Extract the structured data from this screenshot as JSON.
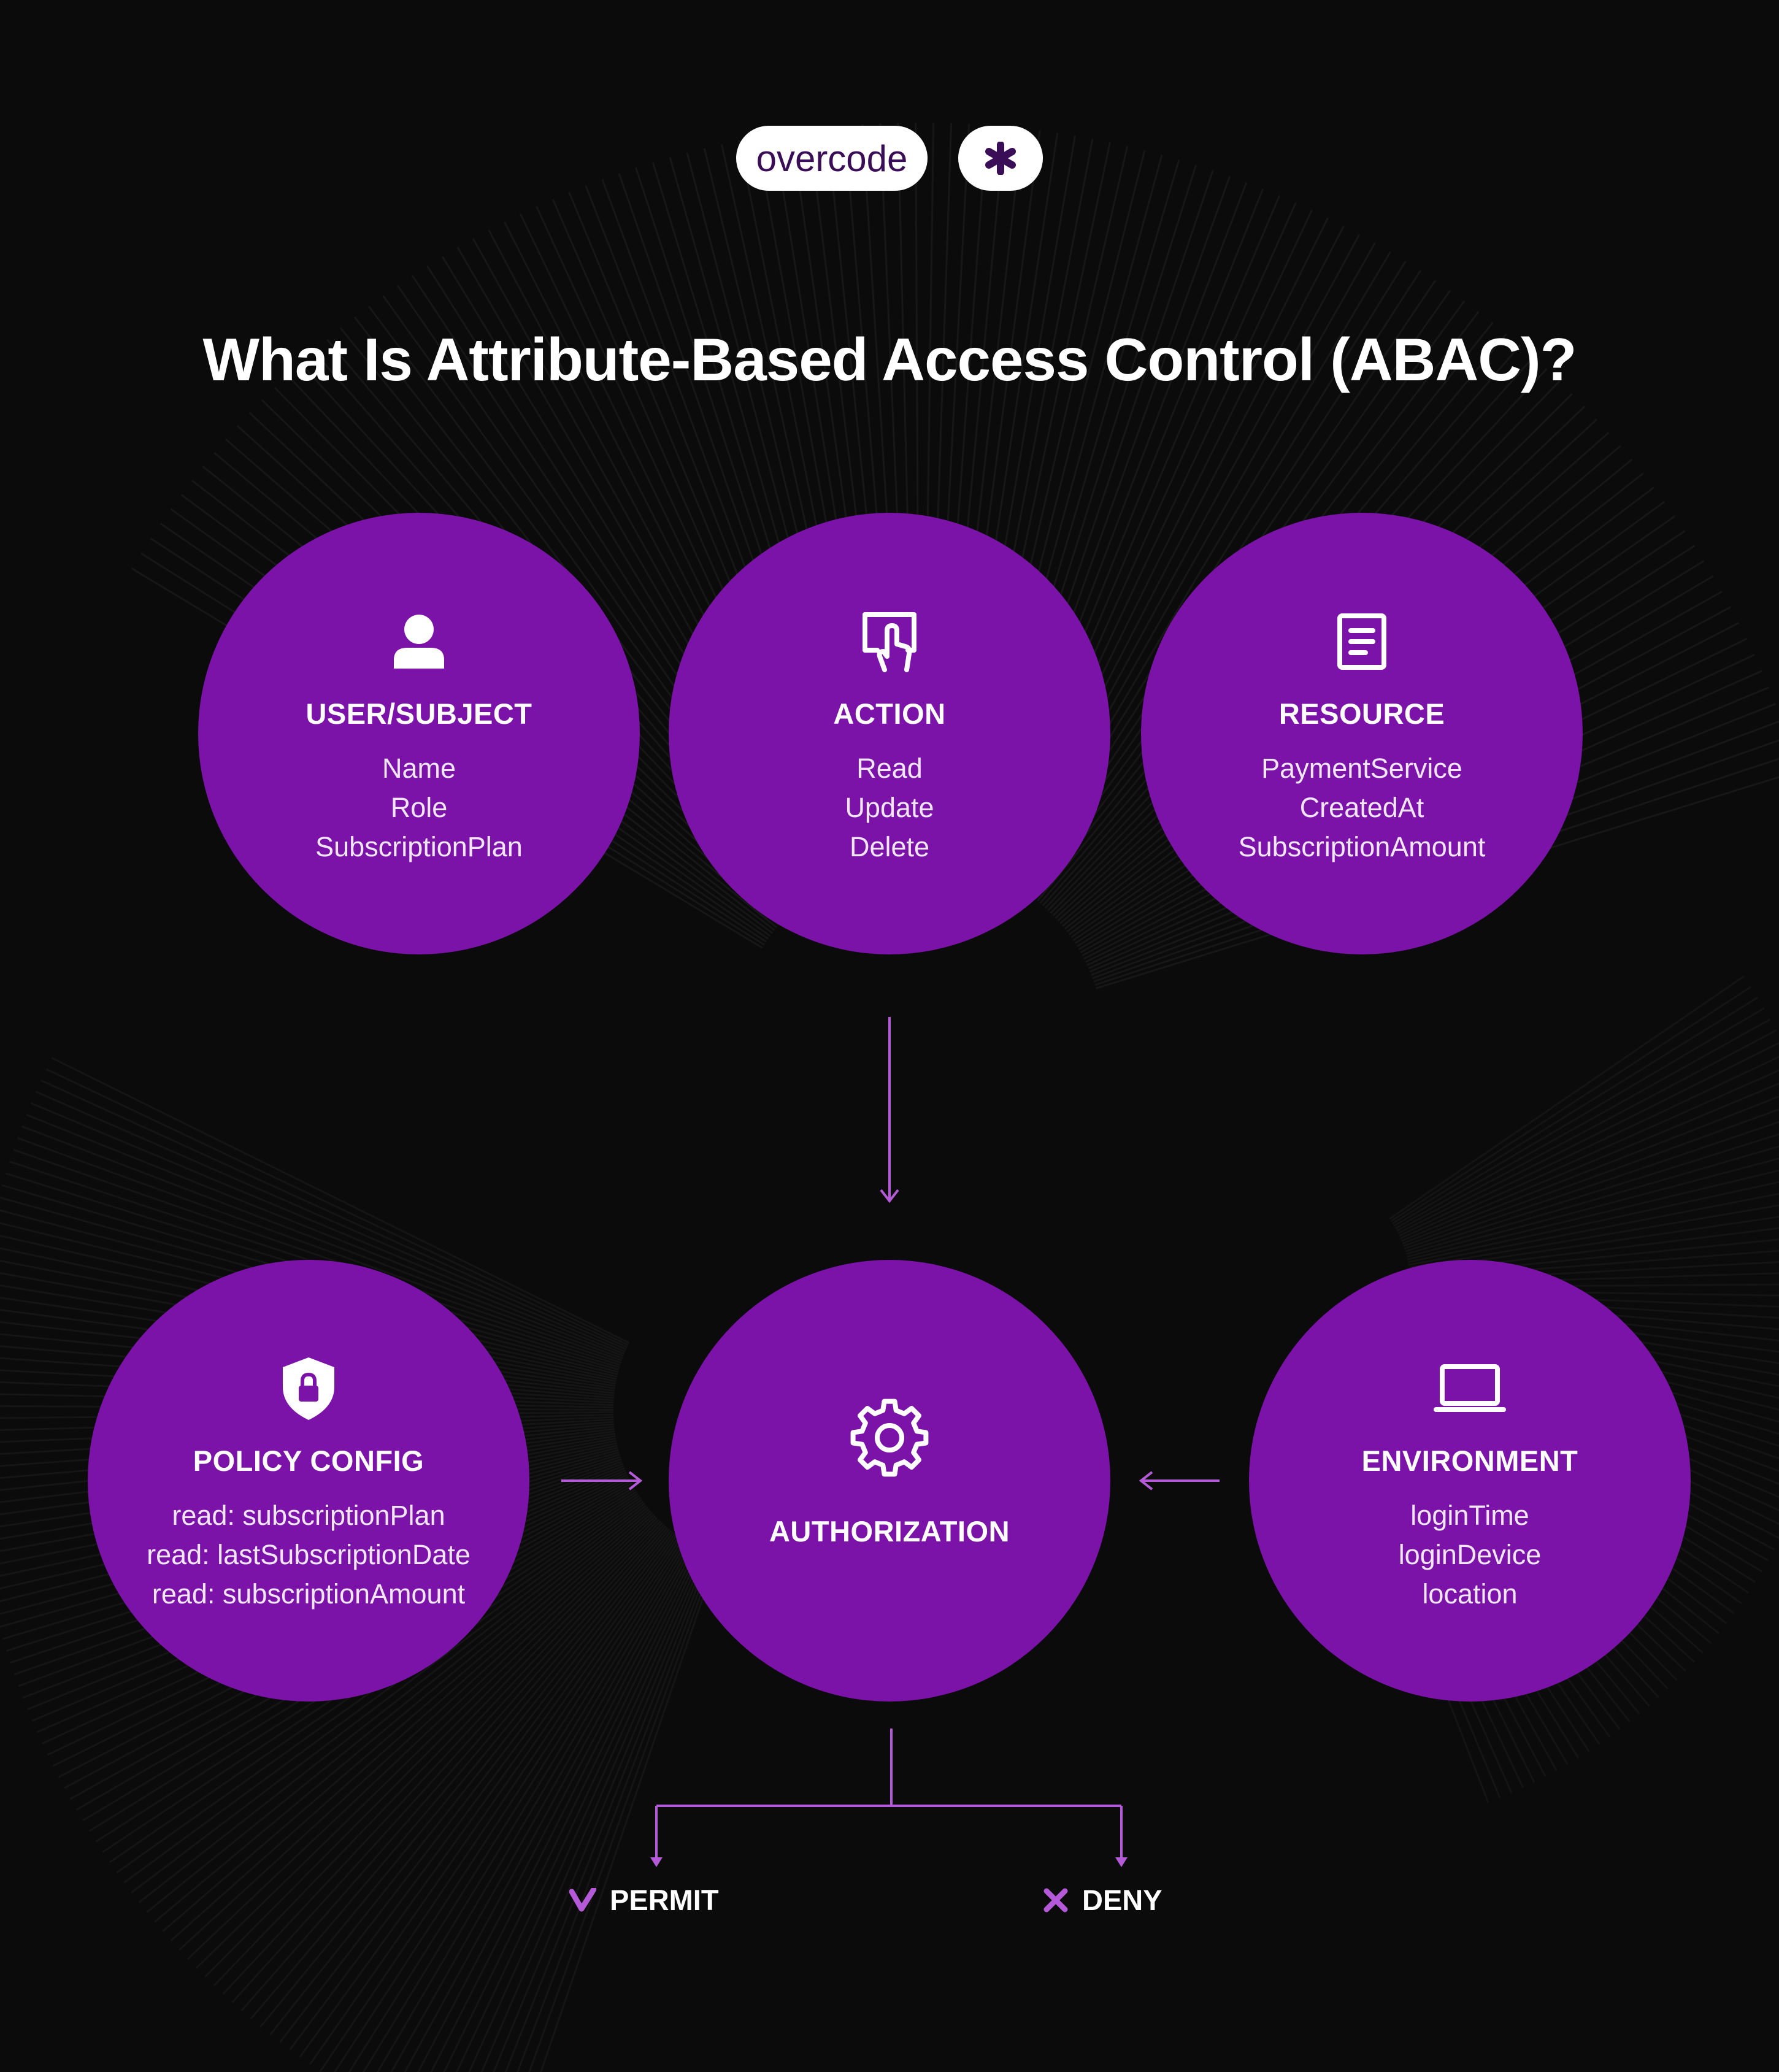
{
  "brand": {
    "name": "overcode",
    "badge_icon": "asterisk-icon",
    "accent": "#7b13a9",
    "text_dark": "#3a0d57"
  },
  "title": "What Is Attribute-Based Access Control (ABAC)?",
  "nodes": {
    "user": {
      "icon": "user-icon",
      "title": "USER/SUBJECT",
      "items": [
        "Name",
        "Role",
        "SubscriptionPlan"
      ]
    },
    "action": {
      "icon": "touch-screen-icon",
      "title": "ACTION",
      "items": [
        "Read",
        "Update",
        "Delete"
      ]
    },
    "resource": {
      "icon": "document-icon",
      "title": "RESOURCE",
      "items": [
        "PaymentService",
        "CreatedAt",
        "SubscriptionAmount"
      ]
    },
    "policy": {
      "icon": "shield-lock-icon",
      "title": "POLICY CONFIG",
      "items": [
        "read: subscriptionPlan",
        "read: lastSubscriptionDate",
        "read: subscriptionAmount"
      ]
    },
    "authorization": {
      "icon": "gear-icon",
      "title": "AUTHORIZATION"
    },
    "environment": {
      "icon": "laptop-icon",
      "title": "ENVIRONMENT",
      "items": [
        "loginTime",
        "loginDevice",
        "location"
      ]
    }
  },
  "outcomes": {
    "permit": {
      "icon": "check-icon",
      "label": "PERMIT"
    },
    "deny": {
      "icon": "x-icon",
      "label": "DENY"
    }
  }
}
